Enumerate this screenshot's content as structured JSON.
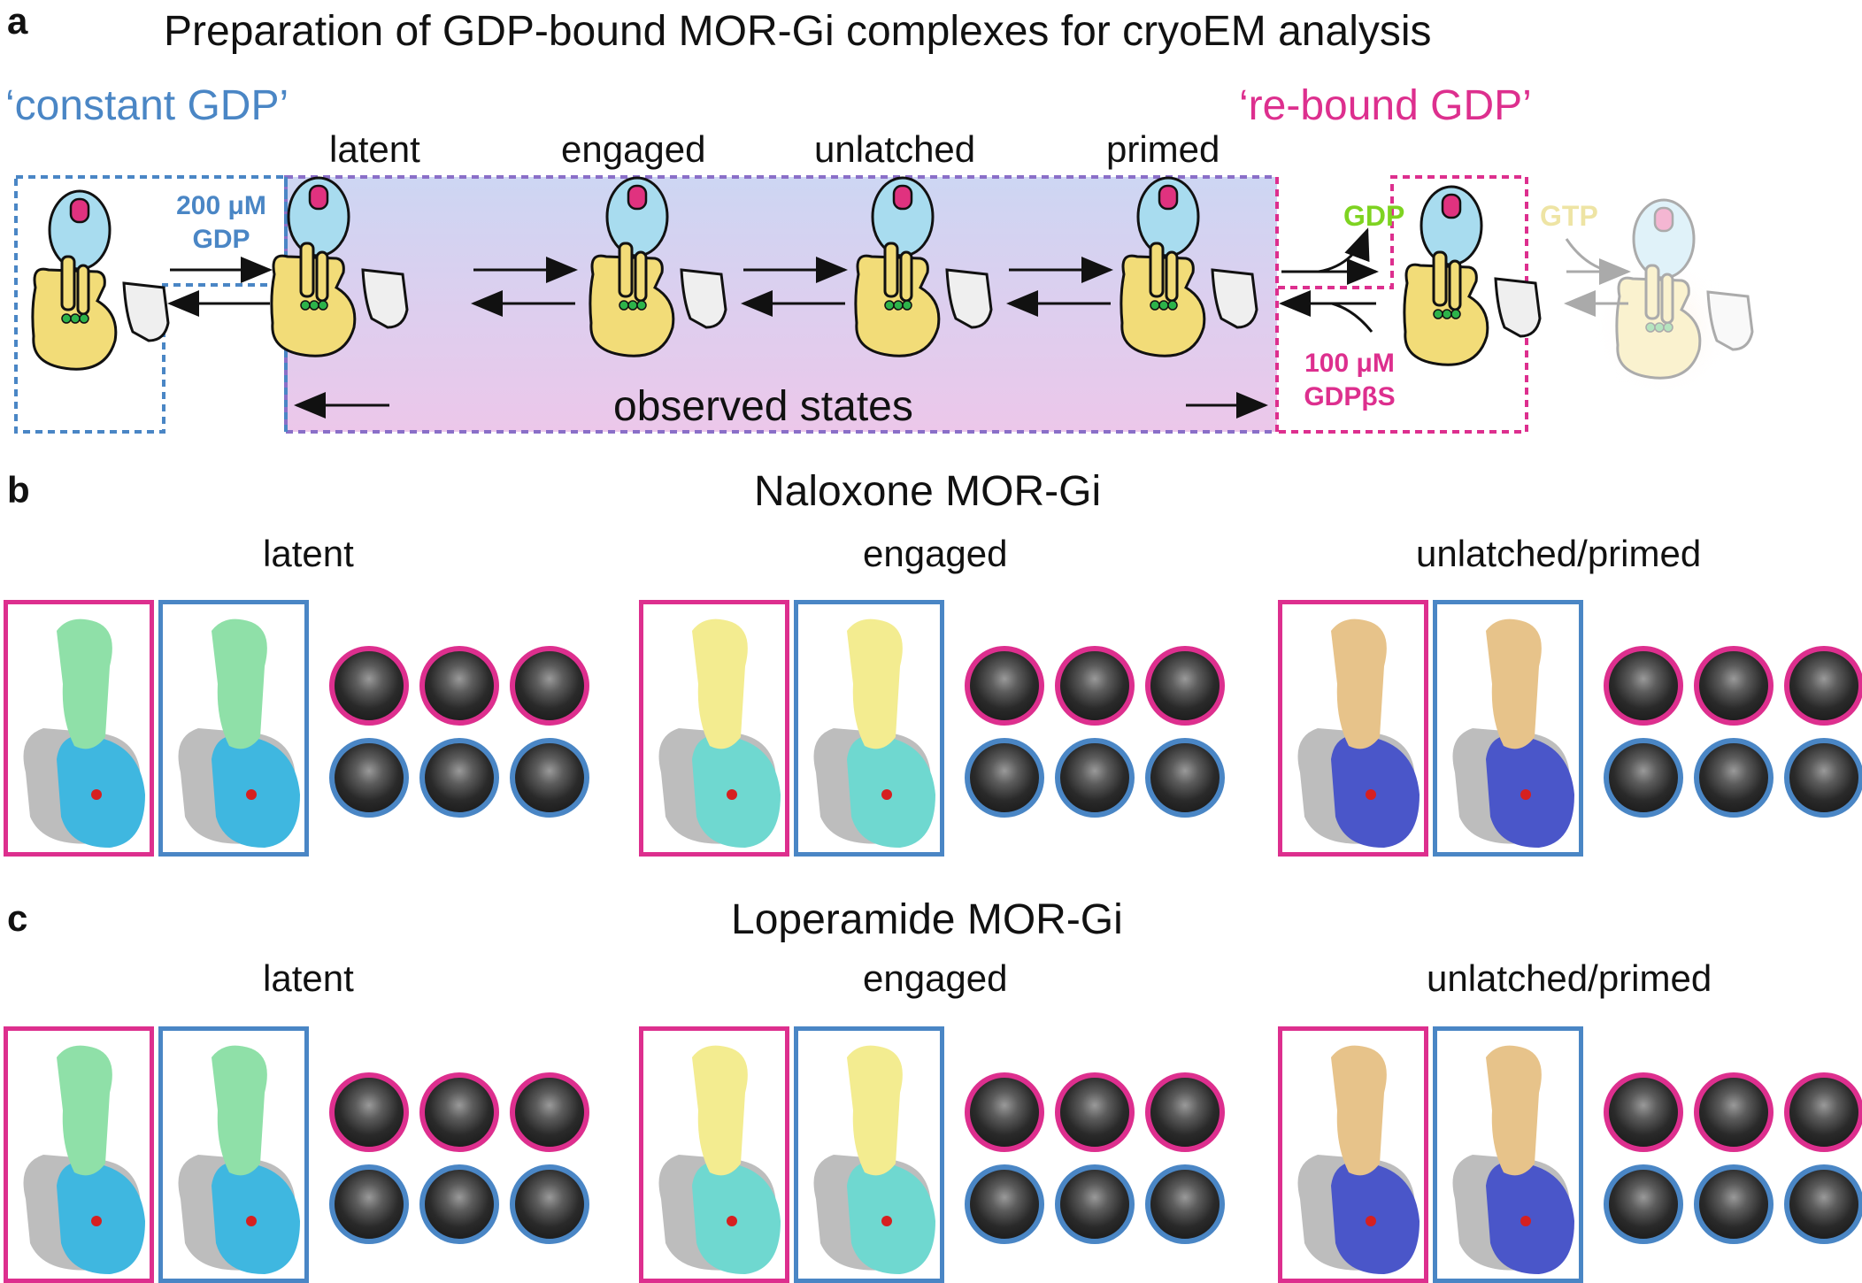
{
  "panels": {
    "a": "a",
    "b": "b",
    "c": "c"
  },
  "panel_a": {
    "title": "Preparation of GDP-bound MOR-Gi complexes for cryoEM analysis",
    "constant_label": "‘constant GDP’",
    "rebound_label": "‘re-bound GDP’",
    "states": [
      "latent",
      "engaged",
      "unlatched",
      "primed"
    ],
    "gdp_conc": "200 μM",
    "gdp_word": "GDP",
    "gdp_release": "GDP",
    "gtp_word": "GTP",
    "gdpbs_conc": "100 μM",
    "gdpbs_word": "GDPβS",
    "observed": "observed states"
  },
  "panel_b": {
    "title": "Naloxone MOR-Gi",
    "columns": [
      "latent",
      "engaged",
      "unlatched/primed"
    ]
  },
  "panel_c": {
    "title": "Loperamide MOR-Gi",
    "columns": [
      "latent",
      "engaged",
      "unlatched/primed"
    ]
  },
  "colors": {
    "constant_blue": "#4a86c5",
    "rebound_magenta": "#dd2f8e",
    "gdp_green": "#7ed321",
    "receptor_blue": "#a8dcef",
    "galpha_yellow": "#f2dc78"
  }
}
